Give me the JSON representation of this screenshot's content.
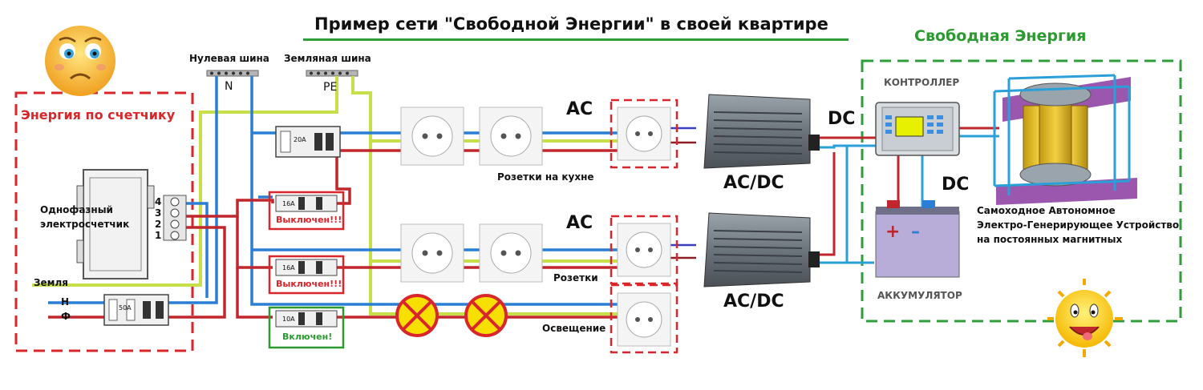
{
  "title": "Пример сети \"Свободной Энергии\" в своей квартире",
  "free_energy_title": "Свободная Энергия",
  "meter_zone_title": "Энергия по счетчику",
  "bus": {
    "neutral": "Нулевая шина",
    "neutral_mark": "N",
    "ground": "Земляная шина",
    "ground_mark": "PE"
  },
  "meter": {
    "label_line1": "Однофазный",
    "label_line2": "электросчетчик",
    "terminals": [
      "4",
      "3",
      "2",
      "1"
    ]
  },
  "inputs": {
    "ground": "Земля",
    "neutral": "Н",
    "phase": "Ф"
  },
  "breakers": [
    {
      "rating": "20A",
      "status": ""
    },
    {
      "rating": "16A",
      "status": "Выключен!!!"
    },
    {
      "rating": "16A",
      "status": "Выключен!!!"
    },
    {
      "rating": "10A",
      "status": "Включен!"
    }
  ],
  "main_breaker_rating": "50A",
  "circuits": [
    {
      "name": "Розетки на кухне",
      "current_type": "AC"
    },
    {
      "name": "Розетки",
      "current_type": "AC"
    },
    {
      "name": "Освещение",
      "current_type": ""
    }
  ],
  "converters": [
    "AC/DC",
    "AC/DC"
  ],
  "dc_labels": [
    "DC",
    "DC"
  ],
  "devices": {
    "controller": "КОНТРОЛЛЕР",
    "battery": "АККУМУЛЯТОР",
    "generator_line1": "Самоходное Автономное",
    "generator_line2": "Электро-Генерирующее Устройство",
    "generator_line3": "на постоянных магнитных"
  },
  "colors": {
    "phase": "#c0272d",
    "neutral": "#2a7fd4",
    "ground": "#c7e04a",
    "meter_zone": "#d9262b",
    "free_zone": "#2b9b2f"
  }
}
